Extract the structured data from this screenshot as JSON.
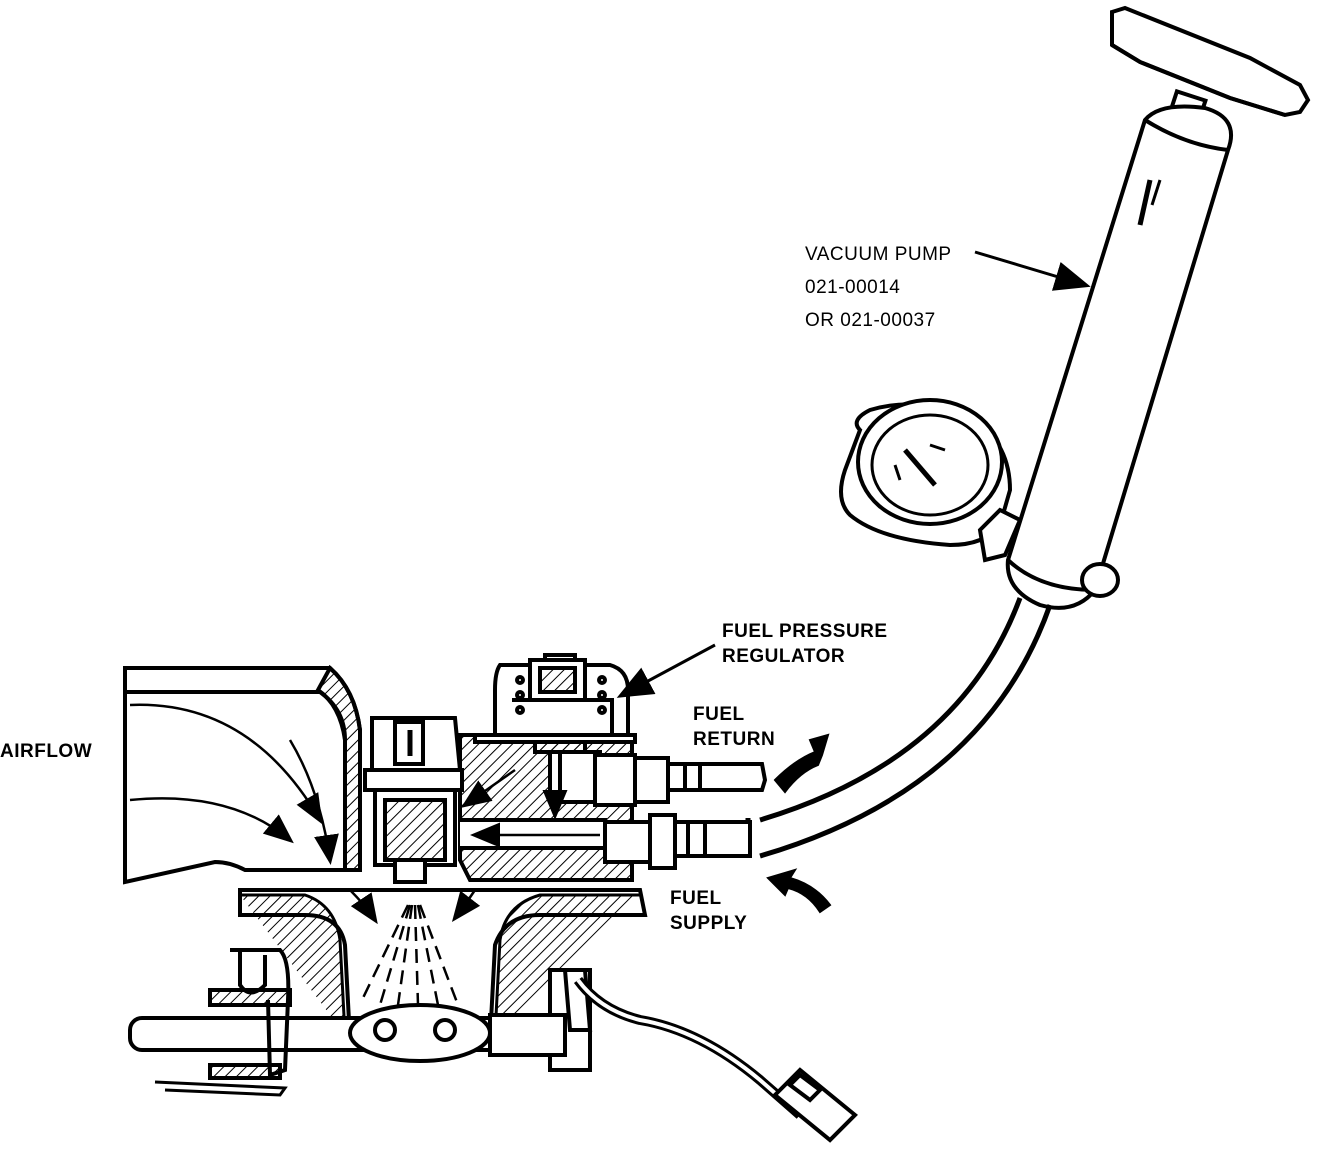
{
  "labels": {
    "vacuum_pump": {
      "line1": "VACUUM PUMP",
      "line2": "021-00014",
      "line3": "OR 021-00037"
    },
    "fuel_pressure_regulator": {
      "line1": "FUEL PRESSURE",
      "line2": "REGULATOR"
    },
    "fuel_return": {
      "line1": "FUEL",
      "line2": "RETURN"
    },
    "fuel_supply": {
      "line1": "FUEL",
      "line2": "SUPPLY"
    },
    "airflow": "AIRFLOW"
  },
  "colors": {
    "ink": "#000000",
    "background": "#ffffff"
  }
}
